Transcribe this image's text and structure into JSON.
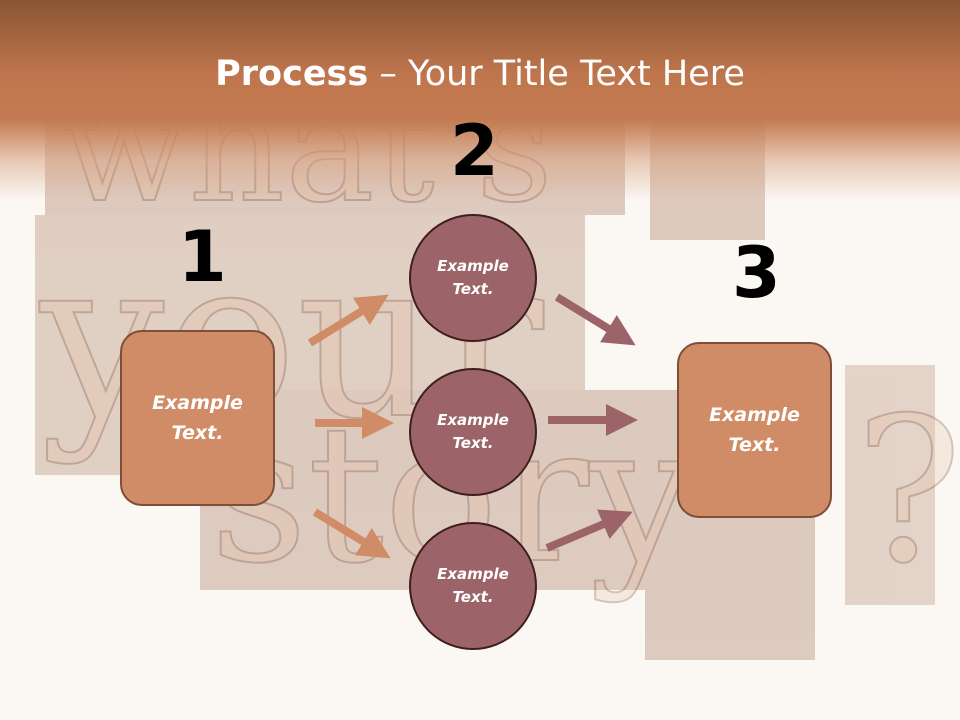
{
  "title": {
    "bold": "Process",
    "rest": " – Your Title Text Here"
  },
  "steps": [
    {
      "number": "1",
      "box": {
        "line1": "Example",
        "line2": "Text."
      }
    },
    {
      "number": "2",
      "circles": [
        {
          "line1": "Example",
          "line2": "Text."
        },
        {
          "line1": "Example",
          "line2": "Text."
        },
        {
          "line1": "Example",
          "line2": "Text."
        }
      ]
    },
    {
      "number": "3",
      "box": {
        "line1": "Example",
        "line2": "Text."
      }
    }
  ],
  "colors": {
    "header": "#c0764d",
    "box_fill": "#d08c66",
    "circle_fill": "#9c6468",
    "arrow_left": "#d08c66",
    "arrow_right": "#9c6468"
  }
}
